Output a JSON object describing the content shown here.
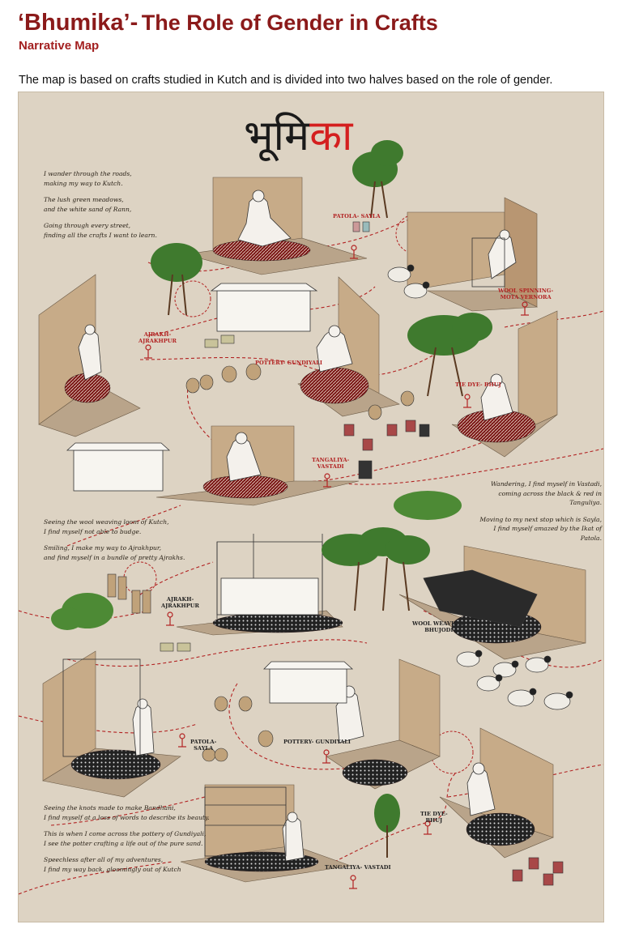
{
  "header": {
    "title_main": "‘Bhumika’",
    "title_sep": "-",
    "title_sub": "The Role of Gender in Crafts",
    "subtitle": "Narrative Map",
    "description": "The map is based on crafts studied in Kutch and is divided into two halves based on the role of gender."
  },
  "poster": {
    "hindi_title_dark": "भूमि",
    "hindi_title_red": "का",
    "colors": {
      "accent": "#b22222",
      "title": "#8b1a1a",
      "paper": "#ddd3c3",
      "wall": "#c9ae8c",
      "tree": "#3f7a2e"
    },
    "poems": {
      "p1": "I wander through the roads,\nmaking my way to Kutch.",
      "p2": "The lush green meadows,\nand the white sand of Rann,",
      "p3": "Going through every street,\nfinding all the crafts I want to learn.",
      "p4": "Wandering, I find myself in Vastadi,\ncoming across the black & red in Tanguliya.",
      "p5": "Moving to my next stop which is Sayla,\nI find myself amazed by the Ikat of Patola.",
      "p6": "Seeing the wool weaving loom of Kutch,\nI find myself not able to budge.",
      "p7": "Smiling, I make my way to Ajrakhpur,\nand find myself in a bundle of pretty Ajrakhs.",
      "p8": "Seeing the knots made to make Bandhani,\nI find myself at a loss of words to describe its beauty.",
      "p9": "This is when I come across the pottery of Gundiyali,\nI see the potter crafting a life out of the pure sand.",
      "p10": "Speechless after all of my adventures,\nI find my way back, gloomingly out of Kutch"
    },
    "labels": {
      "patola_top": "PATOLA- SAYLA",
      "wool_top": "WOOL SPINNING-\nMOTA VERNORA",
      "ajrakh_top": "AJRAKH-\nAJRAKHPUR",
      "pottery_top": "POTTERY- GUNDIYALI",
      "tiedye_top": "TIE DYE- BHUJ",
      "tangaliya_top": "TANGALIYA-\nVASTADI",
      "ajrakh_bottom": "AJRAKH-\nAJRAKHPUR",
      "wool_bottom": "WOOL WEAVING-\nBHUJODI",
      "patola_bottom": "PATOLA-\nSAYLA",
      "pottery_bottom": "POTTERY- GUNDIYALI",
      "tiedye_bottom": "TIE DYE-\nBHUJ",
      "tangaliya_bottom": "TANGALIYA- VASTADI"
    }
  }
}
